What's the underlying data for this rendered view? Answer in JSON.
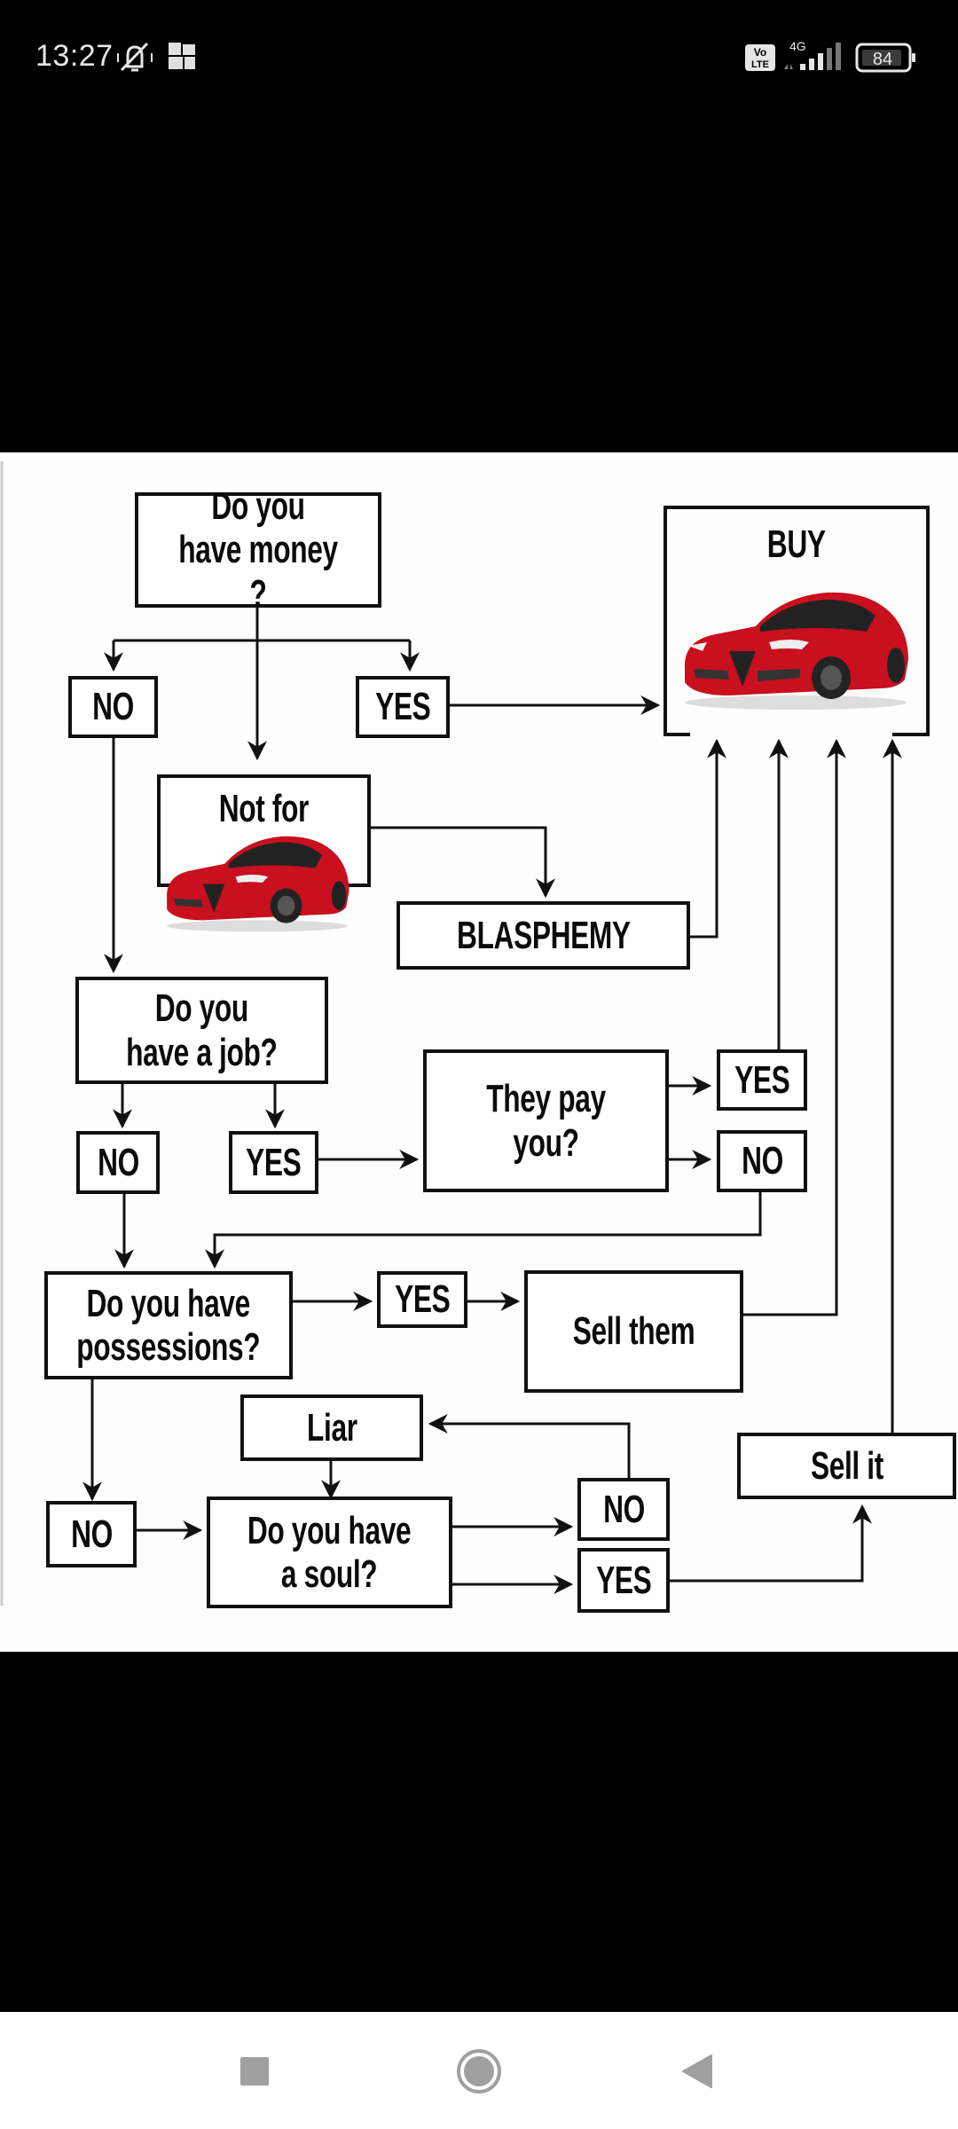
{
  "status_bar": {
    "time": "13:27",
    "icons": [
      "vibrate-off-bell-icon",
      "gallery-app-icon",
      "volte-icon",
      "signal-4g-icon",
      "battery-icon"
    ],
    "volte_label_top": "Vo",
    "volte_label_bottom": "LTE",
    "network_type": "4G",
    "battery_percent": "84"
  },
  "flowchart": {
    "start": "Do you\nhave money ?",
    "money_no": "NO",
    "money_yes": "YES",
    "buy": "BUY",
    "not_for": "Not for",
    "blasphemy": "BLASPHEMY",
    "job_question": "Do you\nhave a job?",
    "job_no": "NO",
    "job_yes": "YES",
    "pay_question": "They pay you?",
    "pay_yes": "YES",
    "pay_no": "NO",
    "possessions_question": "Do you have\npossessions?",
    "possessions_yes": "YES",
    "sell_them": "Sell them",
    "liar": "Liar",
    "possessions_no": "NO",
    "soul_question": "Do you have\na soul?",
    "soul_no": "NO",
    "soul_yes": "YES",
    "sell_it": "Sell it",
    "colors": {
      "car_red": "#c8101e",
      "line": "#111111",
      "background": "#fefefe"
    }
  },
  "nav_bar": {
    "buttons": [
      "recents-square-icon",
      "home-circle-icon",
      "back-triangle-icon"
    ]
  }
}
